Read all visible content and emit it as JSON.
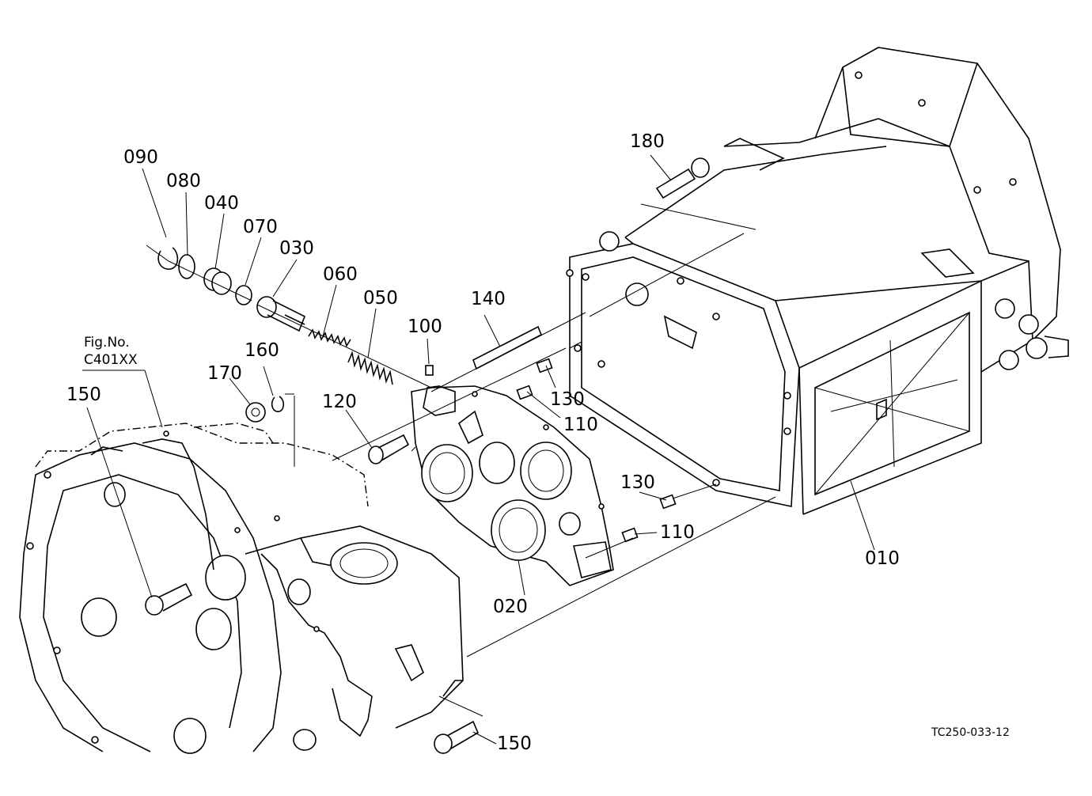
{
  "figure_ref": {
    "line1": "Fig.No.",
    "line2": "C401XX"
  },
  "drawing_code": "TC250-033-12",
  "callouts": {
    "p010": "010",
    "p020": "020",
    "p030": "030",
    "p040": "040",
    "p050": "050",
    "p060": "060",
    "p070": "070",
    "p080": "080",
    "p090": "090",
    "p100": "100",
    "p110a": "110",
    "p110b": "110",
    "p120": "120",
    "p130a": "130",
    "p130b": "130",
    "p140": "140",
    "p150a": "150",
    "p150b": "150",
    "p160": "160",
    "p170": "170",
    "p180": "180"
  }
}
